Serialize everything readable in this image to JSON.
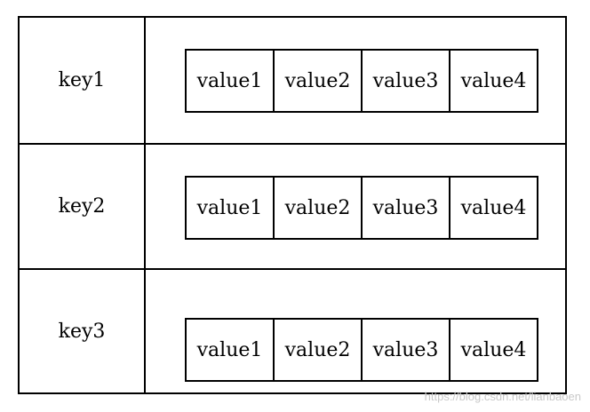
{
  "rows": [
    {
      "key": "key1",
      "values": [
        "value1",
        "value2",
        "value3",
        "value4"
      ]
    },
    {
      "key": "key2",
      "values": [
        "value1",
        "value2",
        "value3",
        "value4"
      ]
    },
    {
      "key": "key3",
      "values": [
        "value1",
        "value2",
        "value3",
        "value4"
      ]
    }
  ],
  "watermark": "https://blog.csdn.net/lianbaoen"
}
